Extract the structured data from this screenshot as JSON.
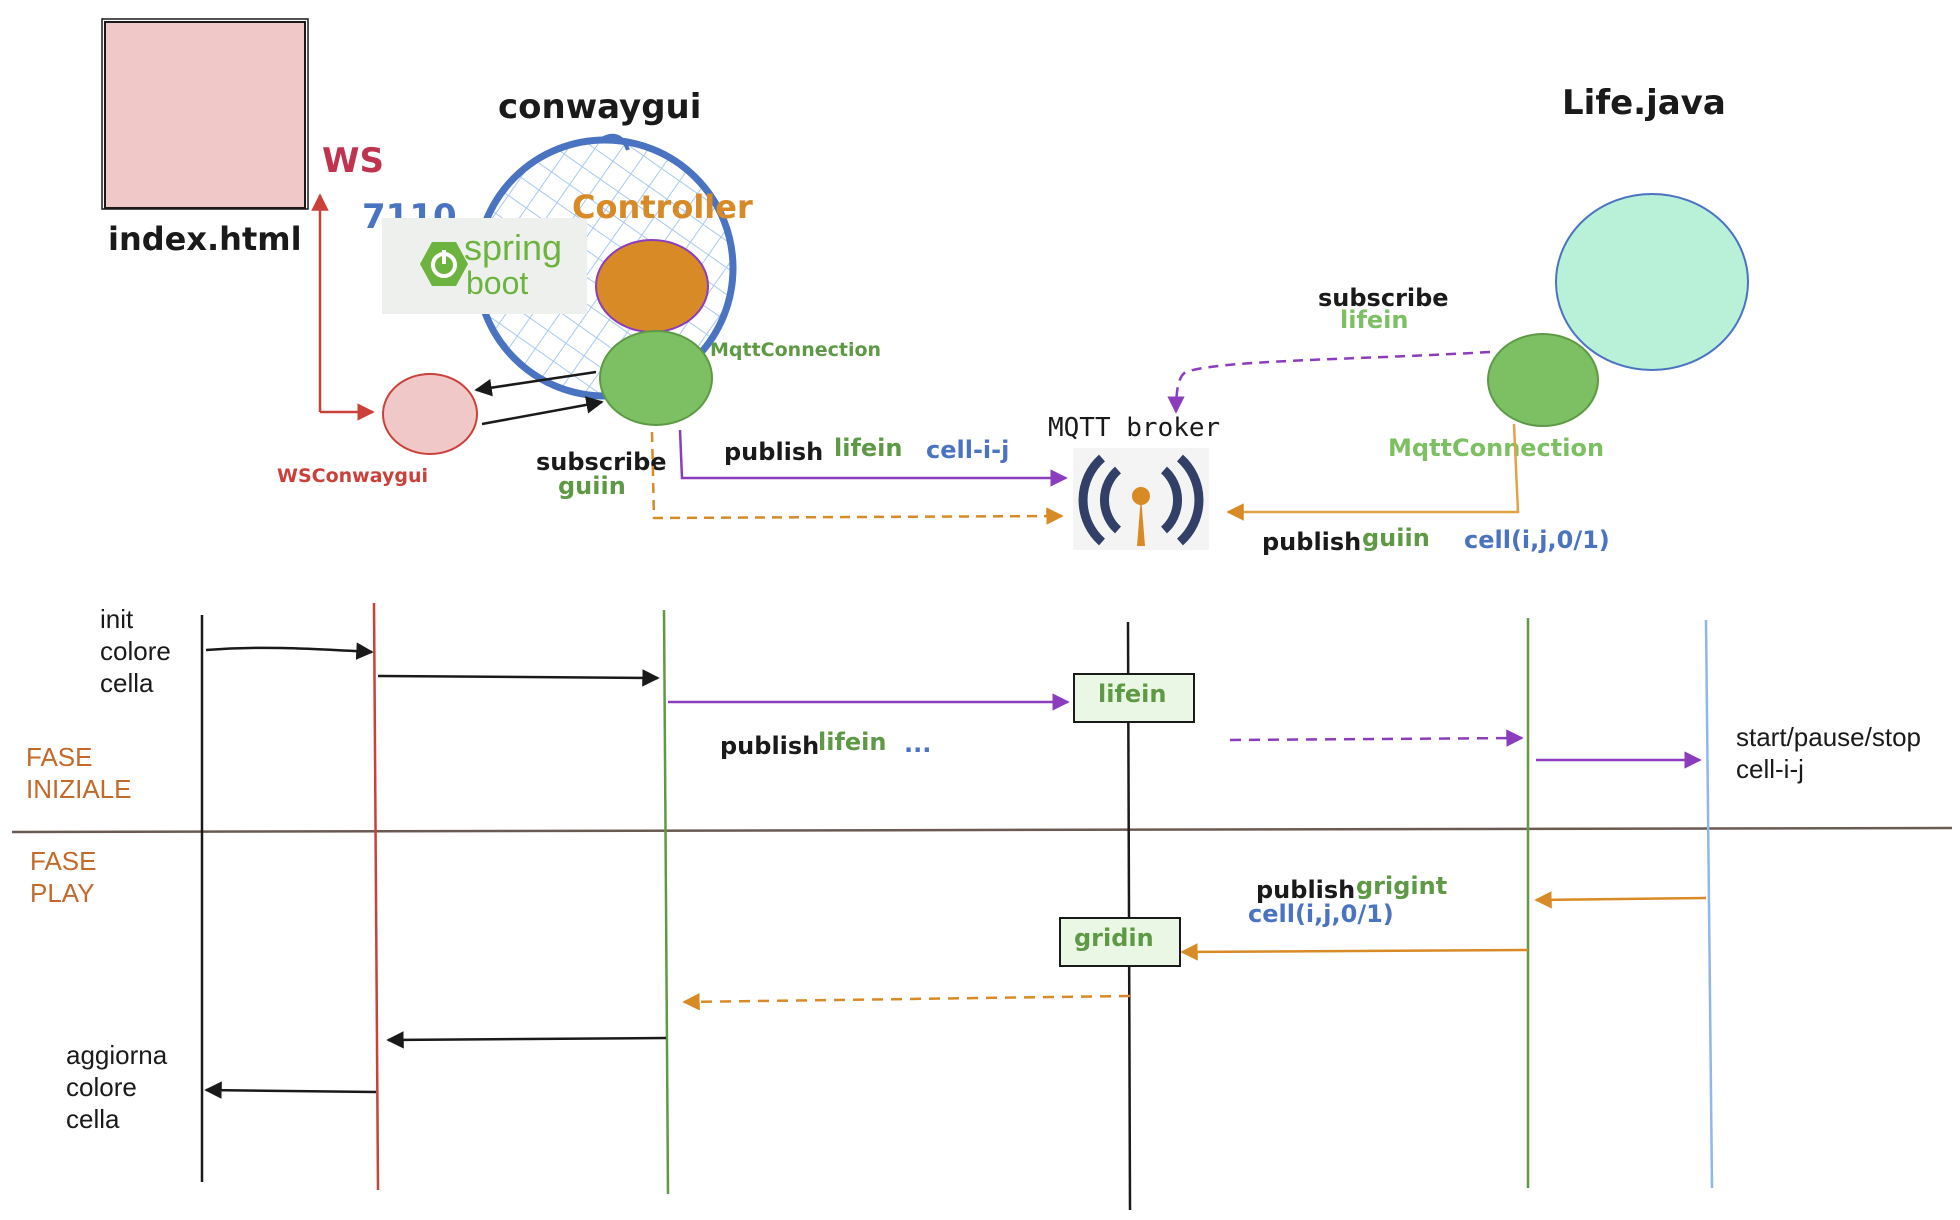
{
  "colors": {
    "black": "#1a1a1a",
    "red": "#c9413a",
    "green": "#5e9a45",
    "green_fill": "#7cc063",
    "blue": "#4a73c2",
    "light_blue": "#8fb8ea",
    "purple": "#8b3dbd",
    "orange": "#d88a26",
    "orange_fill": "#d88a26",
    "pink_fill": "#f0c8c8",
    "mint_fill": "#b8f0d8",
    "crimson": "#c0334f",
    "brown": "#c36a2b"
  },
  "top": {
    "index_label": "index.html",
    "ws_label": "WS",
    "port_label": "7110",
    "conwaygui_title": "conwaygui",
    "controller_label": "Controller",
    "spring_logo_word1": "spring",
    "spring_logo_word2": "boot",
    "mqtt_connection_left": "MqttConnection",
    "wsconwaygui_label": "WSConwaygui",
    "subscribe_left": "subscribe",
    "subscribe_left_topic": "guiin",
    "publish_left": "publish",
    "publish_left_topic": "lifein",
    "publish_left_msg": "cell-i-j",
    "broker_label": "MQTT broker",
    "life_title": "Life.java",
    "subscribe_right": "subscribe",
    "subscribe_right_topic": "lifein",
    "mqtt_connection_right": "MqttConnection",
    "publish_right": "publish",
    "publish_right_topic": "guiin",
    "publish_right_msg": "cell(i,j,0/1)"
  },
  "sequence": {
    "phase_initial_1": "FASE",
    "phase_initial_2": "INIZIALE",
    "phase_play_1": "FASE",
    "phase_play_2": "PLAY",
    "init_1": "init",
    "init_2": "colore",
    "init_3": "cella",
    "box_lifein": "lifein",
    "publish_mid": "publish",
    "publish_mid_topic": "lifein",
    "publish_mid_msg": "...",
    "start_1": "start/pause/stop",
    "start_2": "cell-i-j",
    "publish_play": "publish",
    "publish_play_topic": "grigint",
    "publish_play_msg": "cell(i,j,0/1)",
    "box_gridin": "gridin",
    "update_1": "aggiorna",
    "update_2": "colore",
    "update_3": "cella"
  }
}
